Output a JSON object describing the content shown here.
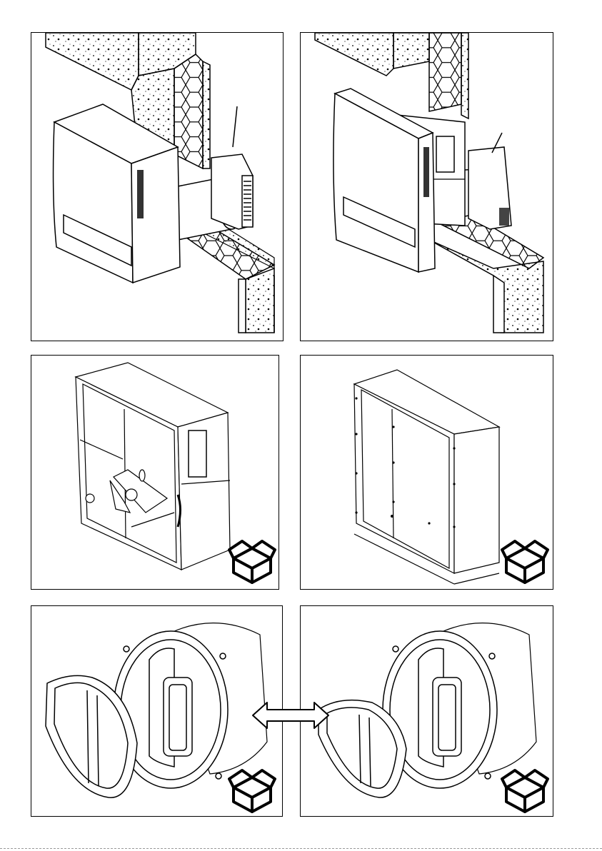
{
  "figure": {
    "panels": [
      {
        "id": "wall-mounted-unit-round-duct",
        "kind": "installation"
      },
      {
        "id": "wall-mounted-unit-square-sleeve",
        "kind": "installation"
      },
      {
        "id": "mounting-box-with-bracket",
        "kind": "accessory",
        "icon": "box-icon"
      },
      {
        "id": "mounting-frame-empty",
        "kind": "accessory",
        "icon": "box-icon"
      },
      {
        "id": "round-duct-with-grille-ring",
        "kind": "accessory",
        "icon": "box-icon"
      },
      {
        "id": "round-duct-with-grille-ring-alt",
        "kind": "accessory",
        "icon": "box-icon"
      }
    ],
    "connector": {
      "icon": "double-arrow-icon",
      "between": [
        "round-duct-with-grille-ring",
        "round-duct-with-grille-ring-alt"
      ]
    },
    "colors": {
      "line": "#000000",
      "background": "#ffffff",
      "concrete": "#ffffff",
      "insulation": "#ffffff"
    }
  }
}
